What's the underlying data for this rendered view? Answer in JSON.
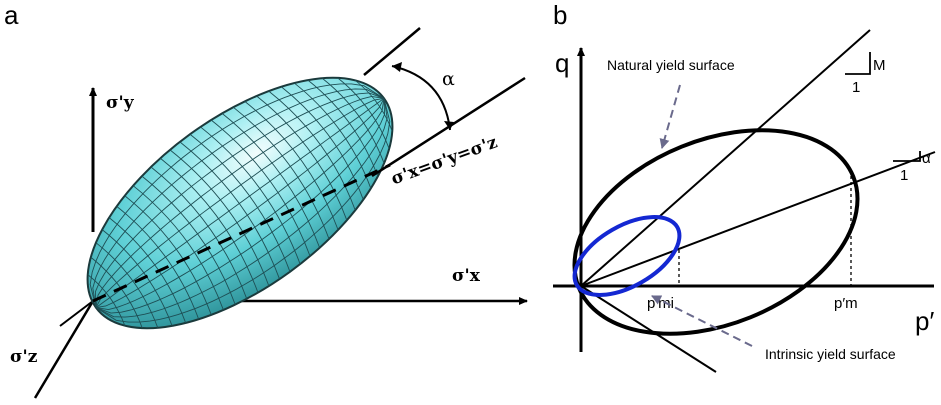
{
  "panel_a": {
    "letter": "a",
    "sigma_y": "σ'y",
    "sigma_x": "σ'x",
    "sigma_z": "σ'z",
    "hydrostatic": "σ'x=σ'y=σ'z",
    "alpha": "α"
  },
  "panel_b": {
    "letter": "b",
    "y_axis": "q",
    "x_axis": "p′",
    "slope_M": "M",
    "slope_alpha": "α",
    "run_M": "1",
    "run_alpha": "1",
    "natural_label": "Natural yield surface",
    "intrinsic_label": "Intrinsic yield surface",
    "p_mi": "p′mi",
    "p_m": "p′m"
  },
  "colors": {
    "ellipsoid_fill": "#5fd0d6",
    "ellipsoid_highlight": "#e9fbfc",
    "intrinsic": "#1428d2",
    "callout_arrow": "#6a6a8c"
  }
}
